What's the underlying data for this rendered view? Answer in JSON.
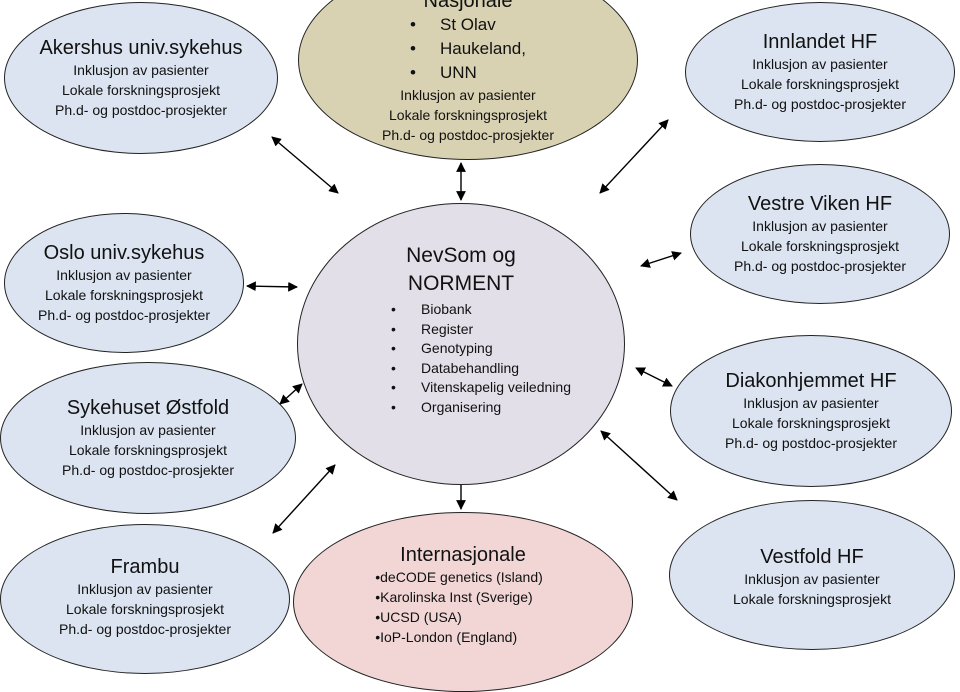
{
  "nodes": {
    "akershus": {
      "title": "Akershus univ.sykehus",
      "lines": [
        "Inklusjon  av pasienter",
        "Lokale forskningsprosjekt",
        "Ph.d- og postdoc-prosjekter"
      ]
    },
    "nasjonale": {
      "title": "Nasjonale",
      "items": [
        "St Olav",
        "Haukeland,",
        "UNN"
      ],
      "lines": [
        "Inklusjon  av pasienter",
        "Lokale forskningsprosjekt",
        "Ph.d- og postdoc-prosjekter"
      ]
    },
    "innlandet": {
      "title": "Innlandet HF",
      "lines": [
        "Inklusjon  av pasienter",
        "Lokale forskningsprosjekt",
        "Ph.d- og postdoc-prosjekter"
      ]
    },
    "vestre_viken": {
      "title": "Vestre Viken HF",
      "lines": [
        "Inklusjon  av pasienter",
        "Lokale forskningsprosjekt",
        "Ph.d- og postdoc-prosjekter"
      ]
    },
    "oslo": {
      "title": "Oslo univ.sykehus",
      "lines": [
        "Inklusjon  av pasienter",
        "Lokale forskningsprosjekt",
        "Ph.d- og postdoc-prosjekter"
      ]
    },
    "center": {
      "title_line1": "NevSom og",
      "title_line2": "NORMENT",
      "items": [
        "Biobank",
        "Register",
        "Genotyping",
        "Databehandling",
        "Vitenskapelig veiledning",
        "Organisering"
      ]
    },
    "diakonhjemmet": {
      "title": "Diakonhjemmet HF",
      "lines": [
        "Inklusjon  av pasienter",
        "Lokale forskningsprosjekt",
        "Ph.d- og postdoc-prosjekter"
      ]
    },
    "ostfold": {
      "title": "Sykehuset Østfold",
      "lines": [
        "Inklusjon  av pasienter",
        "Lokale forskningsprosjekt",
        "Ph.d- og postdoc-prosjekter"
      ]
    },
    "frambu": {
      "title": "Frambu",
      "lines": [
        "Inklusjon  av pasienter",
        "Lokale forskningsprosjekt",
        "Ph.d- og postdoc-prosjekter"
      ]
    },
    "internasjonale": {
      "title": "Internasjonale",
      "items": [
        "•deCODE genetics (Island)",
        "•Karolinska Inst  (Sverige)",
        "•UCSD (USA)",
        "•IoP-London  (England)"
      ]
    },
    "vestfold": {
      "title": "Vestfold HF",
      "lines": [
        "Inklusjon  av pasienter",
        "Lokale forskningsprosjekt"
      ]
    }
  },
  "bullet_glyph": "•",
  "colors": {
    "satellite": "#dbe4f0",
    "national": "#d8d2b3",
    "international": "#f1d6d5",
    "center": "#e3dfe9",
    "outline": "#222222"
  }
}
